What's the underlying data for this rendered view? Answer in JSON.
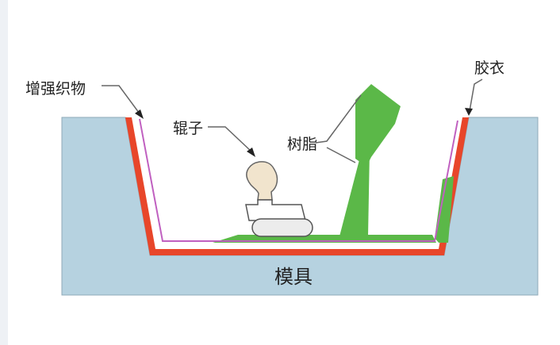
{
  "labels": {
    "reinforcement": "增强织物",
    "gelcoat": "胶衣",
    "roller": "辊子",
    "resin": "树脂",
    "mold": "模具"
  },
  "colors": {
    "background": "#eef1f5",
    "mold": "#b6d2e0",
    "gelcoat": "#e8462a",
    "fabric": "#c060c0",
    "resin": "#5bb848",
    "roller": "#ececec"
  }
}
